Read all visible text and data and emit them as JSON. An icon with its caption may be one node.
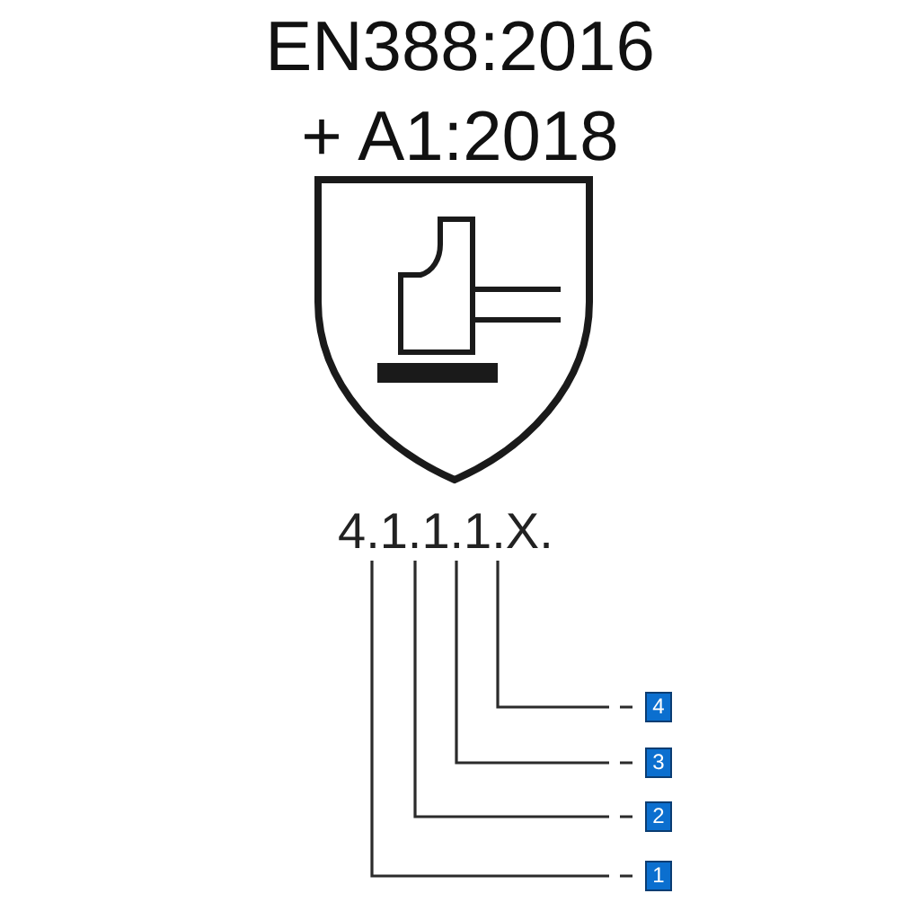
{
  "diagram": {
    "title": "EN388:2016 + A1:2018",
    "nodes": [
      {
        "text": [
          "4.1.1.1.X."
        ]
      },
      {
        "text": [
          "4"
        ]
      },
      {
        "text": [
          "3"
        ]
      },
      {
        "text": [
          "2"
        ]
      },
      {
        "text": [
          "1"
        ]
      }
    ],
    "edges": [
      {
        "from": 0,
        "to": 4,
        "arrow": "none"
      },
      {
        "from": 0,
        "to": 3,
        "arrow": "none"
      },
      {
        "from": 0,
        "to": 2,
        "arrow": "none"
      },
      {
        "from": 0,
        "to": 1,
        "arrow": "none"
      }
    ]
  }
}
